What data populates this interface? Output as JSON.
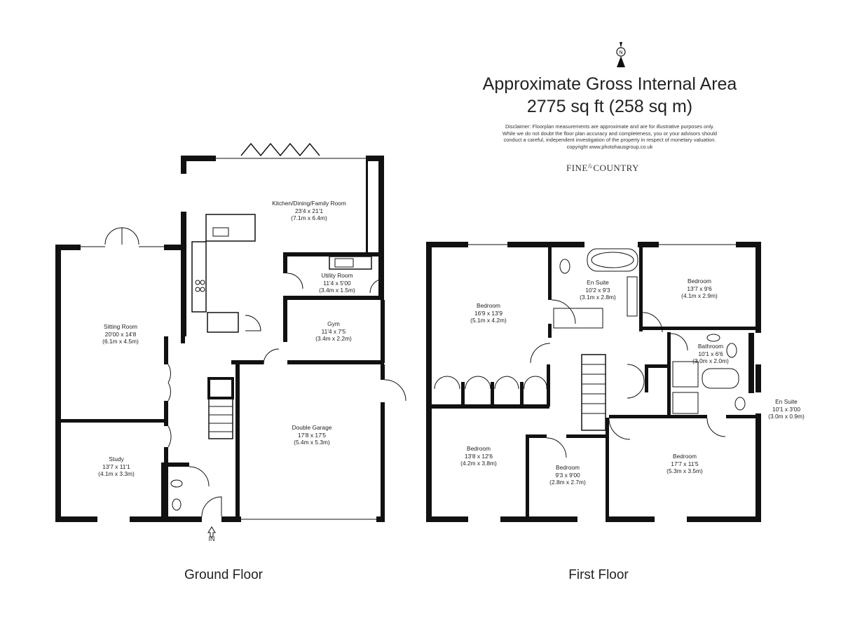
{
  "header": {
    "title_line1": "Approximate Gross Internal Area",
    "title_line2": "2775 sq ft (258 sq m)",
    "disclaimer": [
      "Disclaimer: Floorplan measurements are approximate and are for illustrative purposes only.",
      "While we do not doubt the floor plan accuracy and completeness, you or your advisors should",
      "conduct a careful, independent investigation of the property in respect of monetary valuation.",
      "copyright www.photohausgroup.co.uk"
    ]
  },
  "brand": {
    "left": "FINE",
    "amp": "&",
    "right": "COUNTRY"
  },
  "compass_icon": "north-arrow-icon",
  "ground_floor": {
    "label": "Ground Floor",
    "entrance": "IN",
    "rooms": [
      {
        "name": "Kitchen/Dining/Family Room",
        "size": "23'4 x 21'1",
        "metric": "(7.1m x 6.4m)"
      },
      {
        "name": "Utility Room",
        "size": "11'4 x 5'00",
        "metric": "(3.4m x 1.5m)"
      },
      {
        "name": "Gym",
        "size": "11'4 x 7'5",
        "metric": "(3.4m x 2.2m)"
      },
      {
        "name": "Sitting Room",
        "size": "20'00 x 14'8",
        "metric": "(6.1m x 4.5m)"
      },
      {
        "name": "Double Garage",
        "size": "17'8 x 17'5",
        "metric": "(5.4m x 5.3m)"
      },
      {
        "name": "Study",
        "size": "13'7 x 11'1",
        "metric": "(4.1m x 3.3m)"
      }
    ]
  },
  "first_floor": {
    "label": "First Floor",
    "rooms": [
      {
        "name": "Bedroom",
        "size": "16'9 x 13'9",
        "metric": "(5.1m x 4.2m)"
      },
      {
        "name": "En Suite",
        "size": "10'2 x 9'3",
        "metric": "(3.1m x 2.8m)"
      },
      {
        "name": "Bedroom",
        "size": "13'7 x 9'6",
        "metric": "(4.1m x 2.9m)"
      },
      {
        "name": "Bathroom",
        "size": "10'1 x 6'6",
        "metric": "(3.0m x 2.0m)"
      },
      {
        "name": "En Suite",
        "size": "10'1 x 3'00",
        "metric": "(3.0m x 0.9m)"
      },
      {
        "name": "Bedroom",
        "size": "13'8 x 12'6",
        "metric": "(4.2m x 3.8m)"
      },
      {
        "name": "Bedroom",
        "size": "9'3 x 9'00",
        "metric": "(2.8m x 2.7m)"
      },
      {
        "name": "Bedroom",
        "size": "17'7 x 11'5",
        "metric": "(5.3m x 3.5m)"
      }
    ]
  }
}
